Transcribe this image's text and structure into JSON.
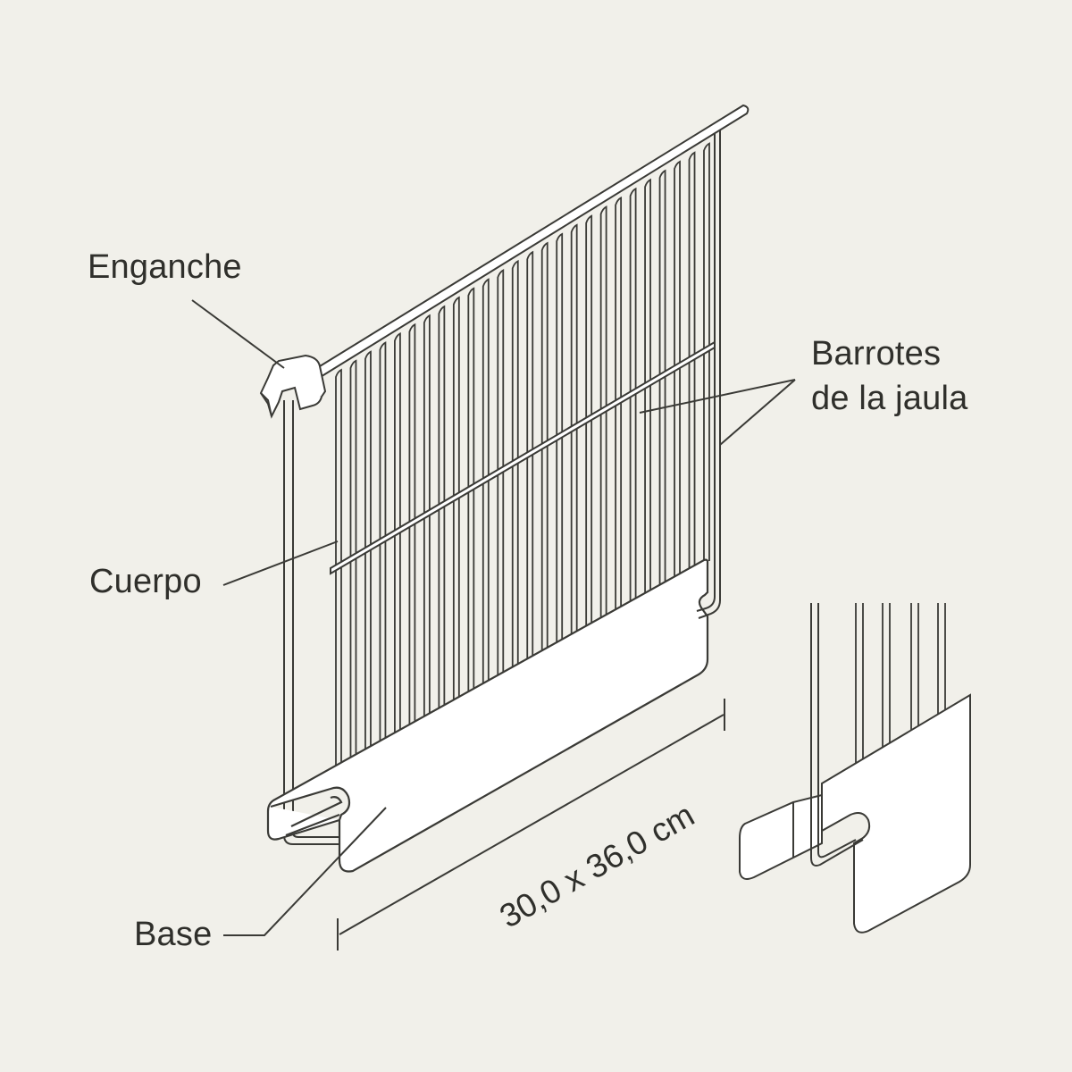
{
  "labels": {
    "hook": "Enganche",
    "bars_line1": "Barrotes",
    "bars_line2": "de la jaula",
    "body": "Cuerpo",
    "base": "Base"
  },
  "dimension": "30,0 x 36,0 cm",
  "colors": {
    "background": "#f1f0ea",
    "stroke": "#3a3a36",
    "fill": "#ffffff",
    "text": "#2f2f2b"
  }
}
